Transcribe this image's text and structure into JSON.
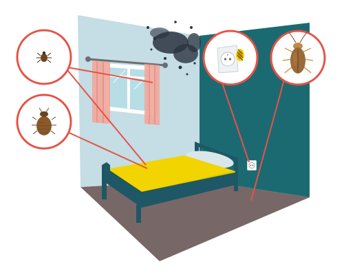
{
  "scene": {
    "subject": "bedroom-pest-hotspots",
    "colors": {
      "left_wall": "#c5dde4",
      "right_wall": "#1c6a71",
      "floor": "#786767",
      "mold": "#2a3340",
      "curtain": "#f1a79b",
      "window_glass": "#b7dde5",
      "curtain_rod": "#6d6d74",
      "bed_frame": "#1e5765",
      "mattress": "#f1d400",
      "pillow": "#d9e6ea",
      "outlet_plate": "#ffffff",
      "callout_stroke": "#e55347",
      "callout_fill": "#ffffff",
      "bug_brown": "#8a5a2b",
      "cockroach_body": "#9a6a3a",
      "cockroach_leg": "#d49b4a"
    }
  },
  "callouts": [
    {
      "id": "tick",
      "icon": "tick-icon",
      "points_to": "curtain"
    },
    {
      "id": "bedbug",
      "icon": "bedbug-icon",
      "points_to": "mattress"
    },
    {
      "id": "outlet",
      "icon": "outlet-icon",
      "points_to": "wall-outlet"
    },
    {
      "id": "cockroach",
      "icon": "cockroach-icon",
      "points_to": "floor"
    }
  ]
}
